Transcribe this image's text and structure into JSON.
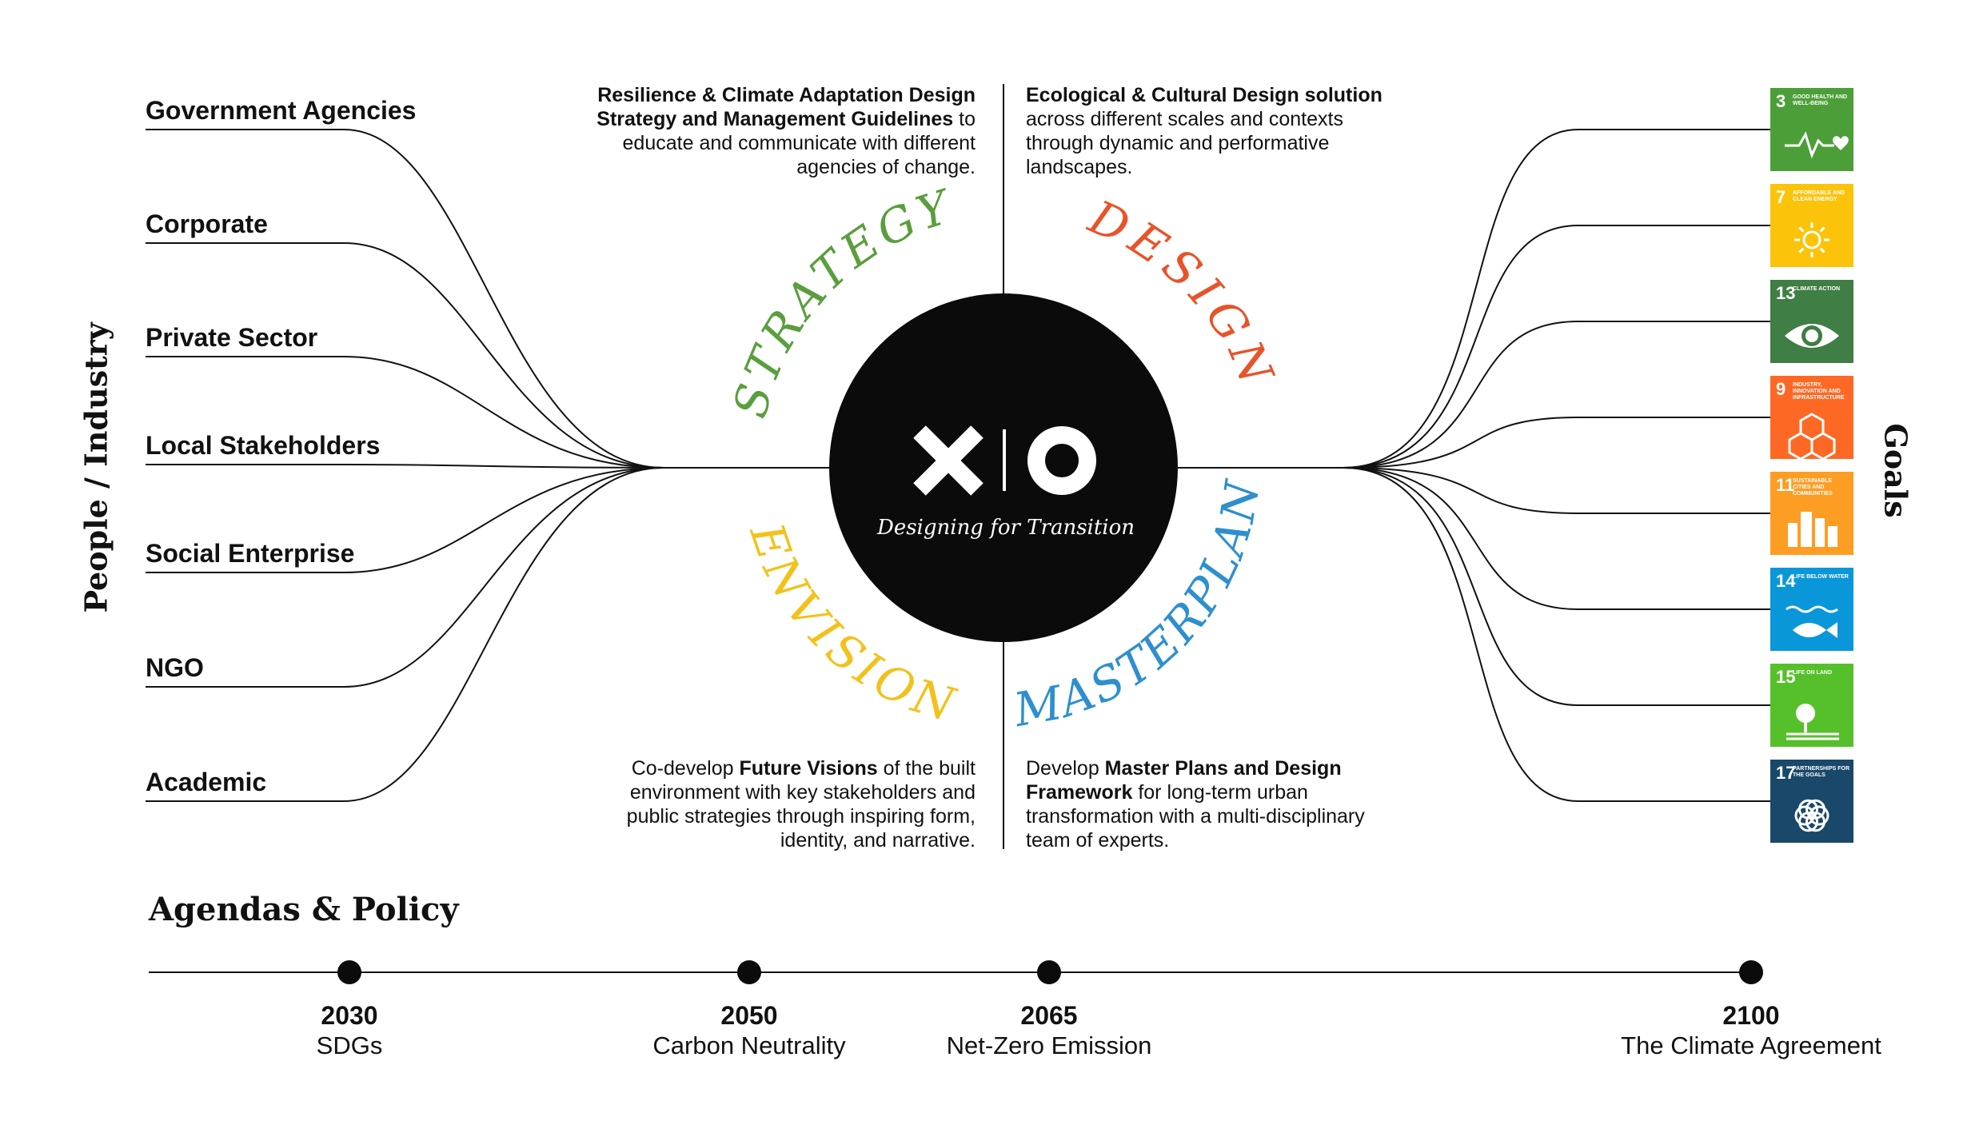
{
  "sidebar_label": "People / Industry",
  "goals_label": "Goals",
  "stakeholders": [
    "Government Agencies",
    "Corporate",
    "Private Sector",
    "Local Stakeholders",
    "Social Enterprise",
    "NGO",
    "Academic"
  ],
  "center": {
    "logo_left": "×",
    "logo_right": "O",
    "tagline": "Designing for Transition"
  },
  "quadrants": {
    "strategy": {
      "label": "STRATEGY",
      "color": "#5a9e3e",
      "bold": "Resilience & Climate Adaptation Design Strategy and Management Guidelines",
      "text": " to educate and communicate with different agencies of change."
    },
    "design": {
      "label": "DESIGN",
      "color": "#e8532a",
      "bold": "Ecological & Cultural Design solution",
      "text": " across different scales and contexts through dynamic and performative landscapes."
    },
    "envision": {
      "label": "ENVISION",
      "color": "#f2c21b",
      "pre": "Co-develop ",
      "bold": "Future Visions",
      "text": " of the built environment with key stakeholders and public strategies through inspiring form, identity, and narrative."
    },
    "masterplan": {
      "label": "MASTERPLAN",
      "color": "#2e8fcf",
      "pre": "Develop ",
      "bold": "Master Plans and Design Framework",
      "text": " for long-term urban transformation with a multi-disciplinary team of experts."
    }
  },
  "sdgs": [
    {
      "num": "3",
      "title": "Good Health and Well-Being",
      "color": "#4c9f38",
      "icon": "heartbeat-icon"
    },
    {
      "num": "7",
      "title": "Affordable and Clean Energy",
      "color": "#fcc30b",
      "icon": "sun-icon"
    },
    {
      "num": "13",
      "title": "Climate Action",
      "color": "#3f7e44",
      "icon": "eye-globe-icon"
    },
    {
      "num": "9",
      "title": "Industry, Innovation and Infrastructure",
      "color": "#fd6925",
      "icon": "cubes-icon"
    },
    {
      "num": "11",
      "title": "Sustainable Cities and Communities",
      "color": "#fd9d24",
      "icon": "city-icon"
    },
    {
      "num": "14",
      "title": "Life Below Water",
      "color": "#0a97d9",
      "icon": "fish-icon"
    },
    {
      "num": "15",
      "title": "Life On Land",
      "color": "#56c02b",
      "icon": "tree-icon"
    },
    {
      "num": "17",
      "title": "Partnerships for the Goals",
      "color": "#19486a",
      "icon": "rings-icon"
    }
  ],
  "agenda": {
    "title": "Agendas & Policy",
    "milestones": [
      {
        "year": "2030",
        "label": "SDGs"
      },
      {
        "year": "2050",
        "label": "Carbon Neutrality"
      },
      {
        "year": "2065",
        "label": "Net-Zero Emission"
      },
      {
        "year": "2100",
        "label": "The Climate Agreement"
      }
    ]
  }
}
